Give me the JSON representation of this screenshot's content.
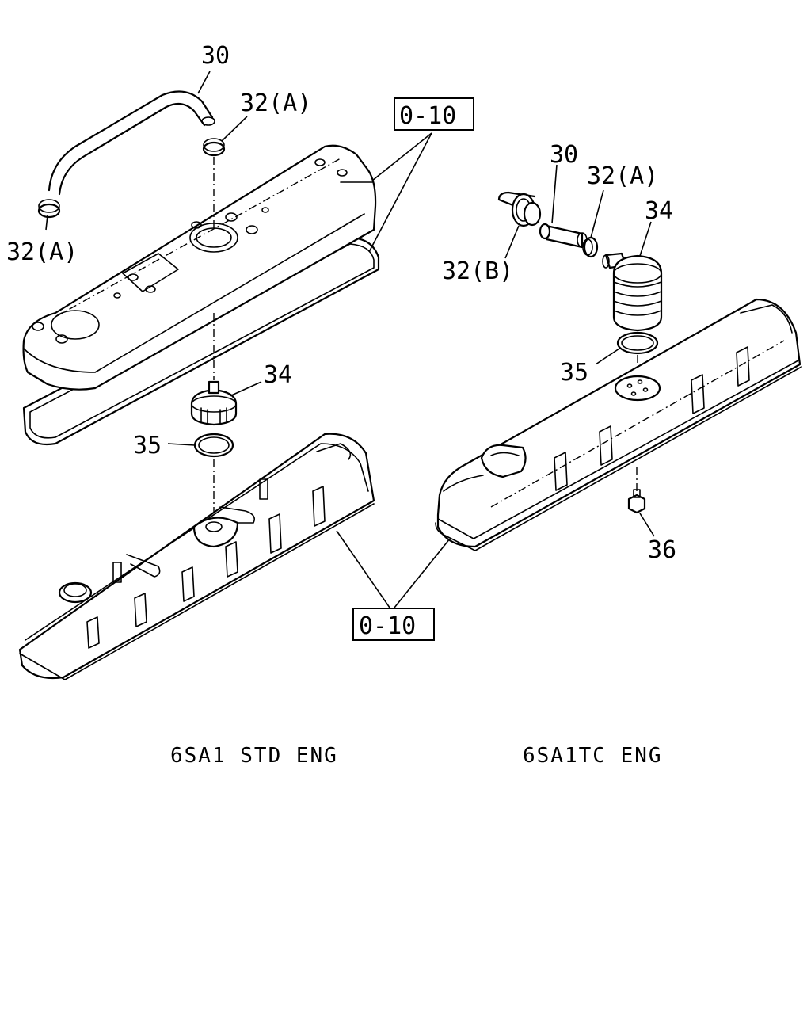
{
  "callouts": {
    "left": {
      "hose": "30",
      "clip_top": "32(A)",
      "clip_left": "32(A)",
      "breather": "34",
      "oring": "35",
      "ref_top": "0-10",
      "ref_bottom": "0-10"
    },
    "right": {
      "hose": "30",
      "clip_a": "32(A)",
      "clip_b": "32(B)",
      "breather": "34",
      "oring": "35",
      "bolt": "36"
    }
  },
  "captions": {
    "left": "6SA1 STD ENG",
    "right": "6SA1TC ENG"
  }
}
